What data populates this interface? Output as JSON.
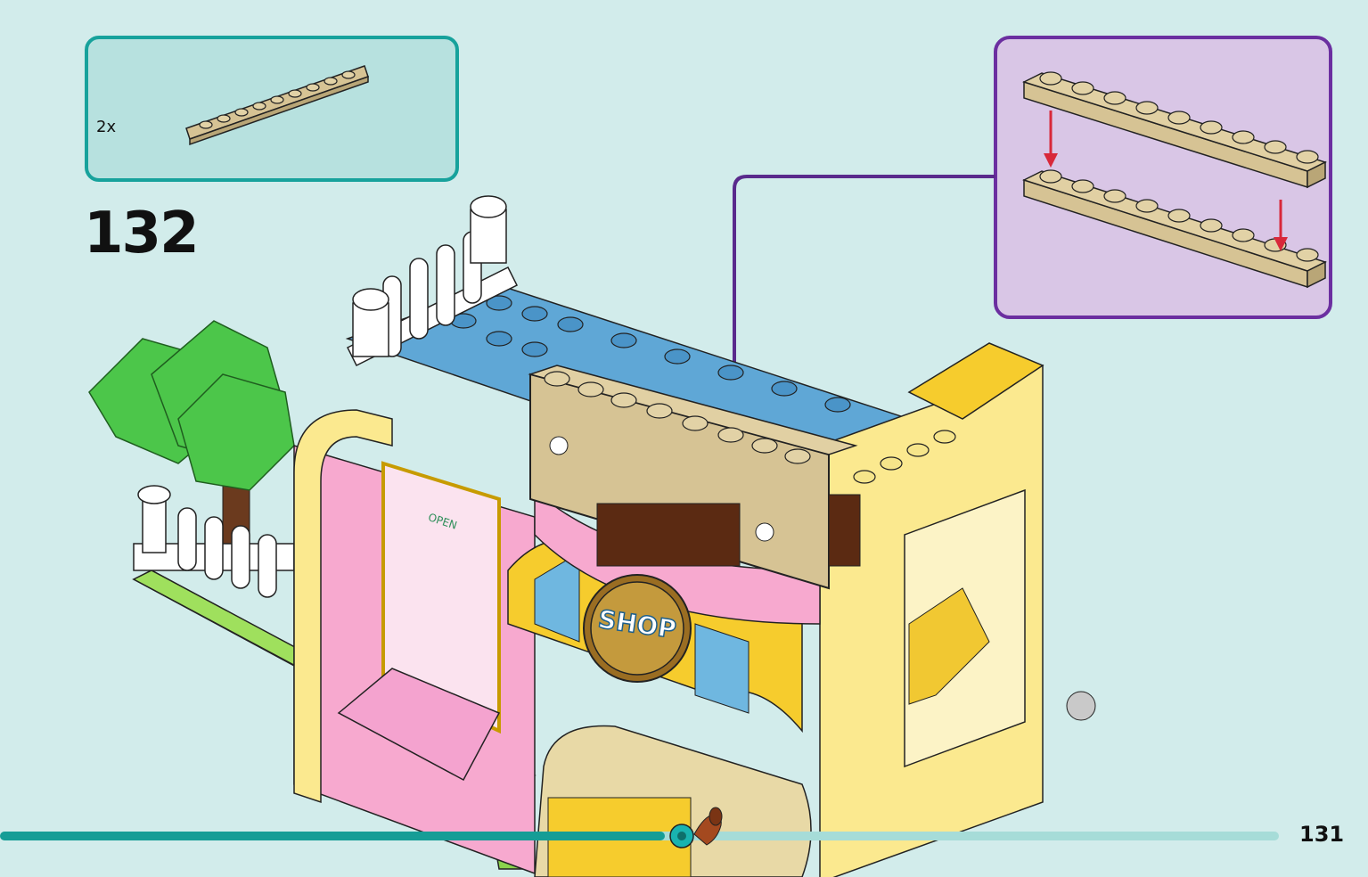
{
  "parts": {
    "quantity": "2x",
    "piece_color": "#d6c394"
  },
  "step": {
    "number": "132"
  },
  "model": {
    "shop_sign": "SHOP",
    "door_sign": "OPEN"
  },
  "progress": {
    "fraction": 0.52
  },
  "page": {
    "number": "131"
  },
  "colors": {
    "background": "#d2eceb",
    "parts_border": "#17a29c",
    "callout_border": "#6b2fa0",
    "callout_fill": "#d9c6e6",
    "arrow": "#d8283a",
    "tan": "#d6c394"
  }
}
